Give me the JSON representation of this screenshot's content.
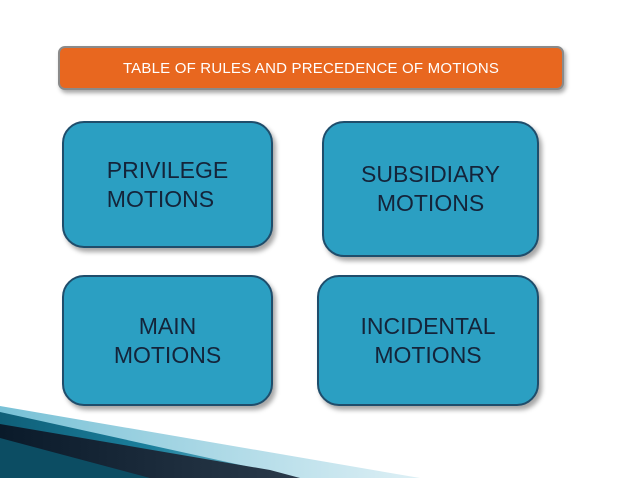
{
  "title": "TABLE OF RULES AND PRECEDENCE OF MOTIONS",
  "boxes": {
    "privilege": "PRIVILEGE\nMOTIONS",
    "subsidiary": "SUBSIDIARY\nMOTIONS",
    "main": "MAIN\nMOTIONS",
    "incidental": "INCIDENTAL\nMOTIONS"
  },
  "colors": {
    "banner": "#e8671f",
    "box_fill": "#2b9fc2",
    "box_border": "#1f4d6b",
    "text": "#14243a"
  }
}
